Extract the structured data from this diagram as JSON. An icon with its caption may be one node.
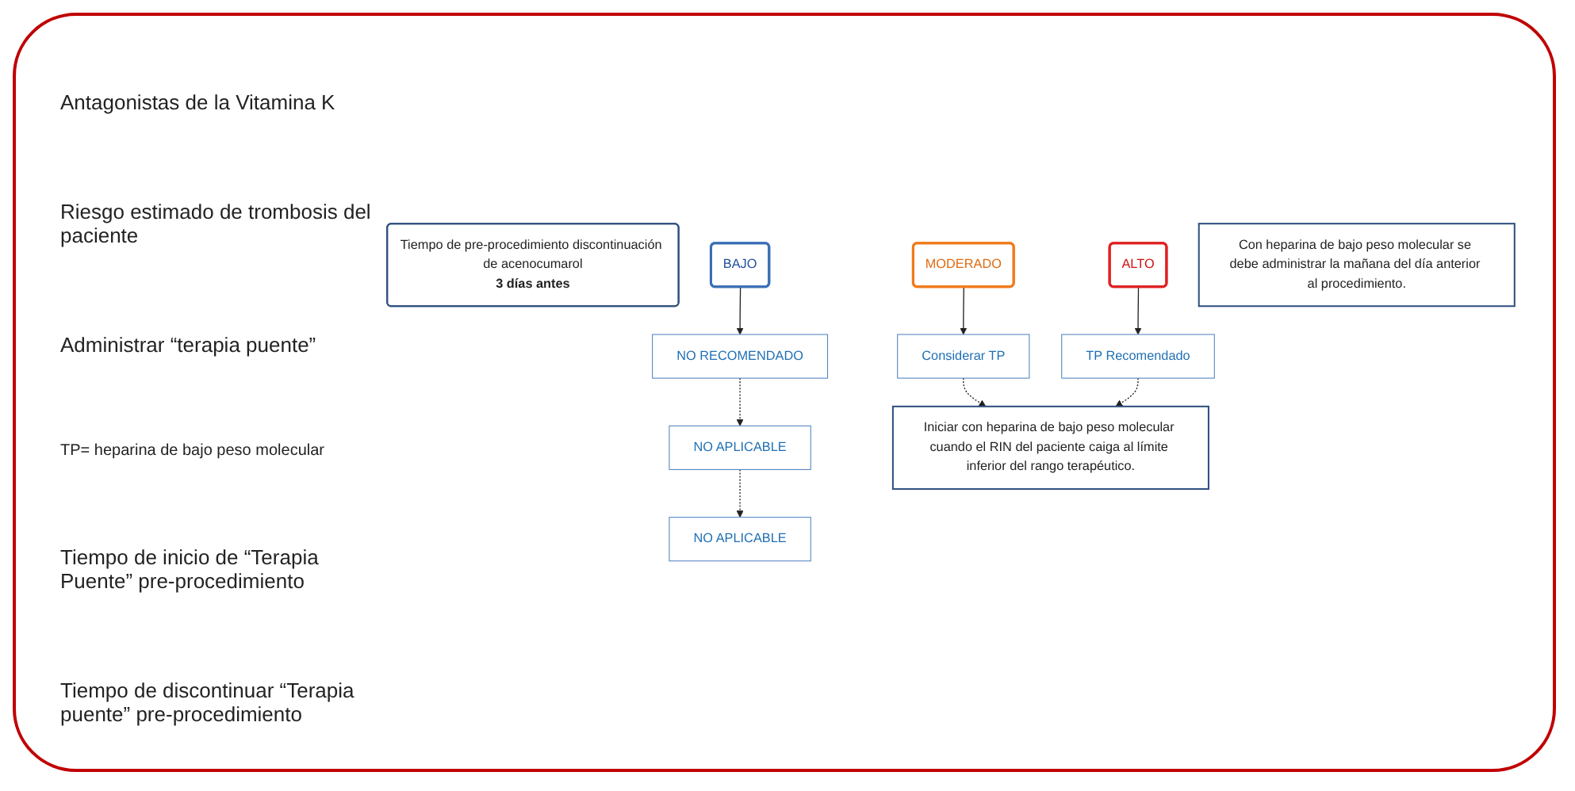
{
  "diagram": {
    "nodes": [
      {
        "text": [
          "Tiempo de pre-procedimiento discontinuación de acenocumarol",
          "3 días antes"
        ]
      },
      {
        "text": [
          "BAJO"
        ]
      },
      {
        "text": [
          "MODERADO"
        ]
      },
      {
        "text": [
          "ALTO"
        ]
      },
      {
        "text": [
          "NO RECOMENDADO"
        ]
      },
      {
        "text": [
          "Considerar  TP"
        ]
      },
      {
        "text": [
          "TP   Recomendado"
        ]
      },
      {
        "text": [
          "NO APLICABLE"
        ]
      },
      {
        "text": [
          "Iniciar con heparina de bajo peso molecular cuando el RIN del paciente caiga al límite inferior del rango terapéutico."
        ]
      },
      {
        "text": [
          "NO APLICABLE"
        ]
      },
      {
        "text": [
          "Con heparina de bajo peso molecular se debe administrar la mañana del día anterior al procedimiento."
        ]
      }
    ],
    "edges": [
      {
        "from": 1,
        "to": 4,
        "arrow": "to"
      },
      {
        "from": 2,
        "to": 5,
        "arrow": "to"
      },
      {
        "from": 3,
        "to": 6,
        "arrow": "to"
      },
      {
        "from": 4,
        "to": 7,
        "arrow": "to",
        "style": "dashed"
      },
      {
        "from": 5,
        "to": 8,
        "arrow": "to",
        "style": "dashed"
      },
      {
        "from": 6,
        "to": 8,
        "arrow": "to",
        "style": "dashed"
      },
      {
        "from": 7,
        "to": 9,
        "arrow": "to",
        "style": "dashed"
      }
    ],
    "labels": [
      "Antagonistas de la Vitamina K",
      "Riesgo estimado de trombosis del paciente",
      "Administrar  “terapia puente”",
      "TP= heparina de bajo peso molecular",
      "Tiempo de inicio de “Terapia Puente” pre-procedimiento",
      "Tiempo de discontinuar “Terapia puente” pre-procedimiento"
    ]
  }
}
